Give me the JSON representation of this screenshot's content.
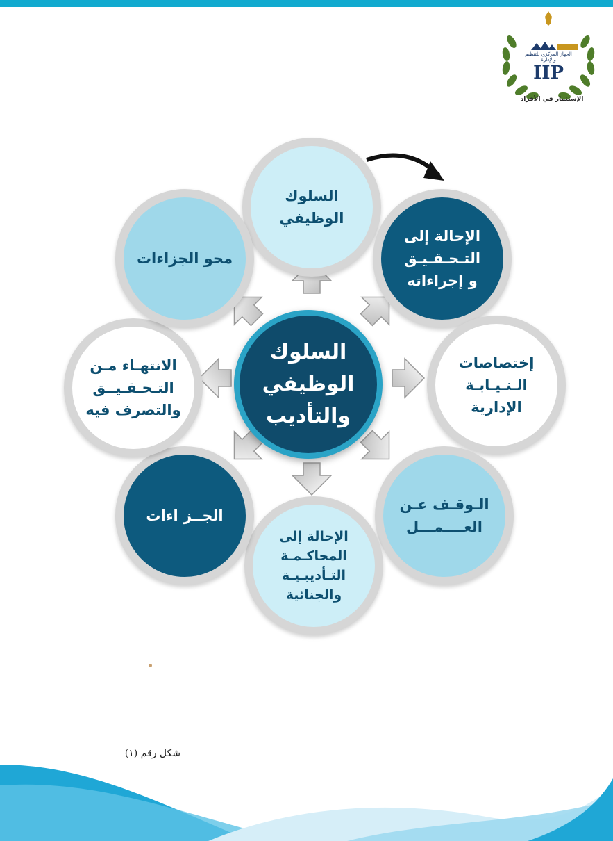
{
  "logo": {
    "title_text": "الجهاز المركزي للتنظيم والإدارة",
    "mark_text": "IIP",
    "tagline_text": "الإستثمار في الأفراد"
  },
  "diagram": {
    "center": "السلوك\nالوظيفي\nوالتأديب",
    "nodes": {
      "top": "السلوك\nالوظيفي",
      "top_right": "الإحالة إلى\nالتـحـقـيـق\nو إجراءاته",
      "right": "إختصاصات\nالـنـيـابـة\nالإدارية",
      "bottom_right": "الـوقـف عـن\nالعــــمـــل",
      "bottom": "الإحالة إلى\nالمحاكـمـة\nالتـأديبـيـة\nوالجنائية",
      "bottom_left": "الجــز اءات",
      "left": "الانتهـاء مـن\nالتـحـقـيــق\nوالتصرف فيه",
      "top_left": "محو الجزاءات"
    }
  },
  "caption": "شكل رقم (١)",
  "colors": {
    "top_bar": "#11aacf",
    "center_fill": "#0f4b6b",
    "center_ring": "#2aa3c6",
    "node_dark": "#0d5a7e",
    "node_mid": "#9fd8ea",
    "node_light": "#cdeef7",
    "node_ring": "#d6d6d6",
    "wave_blue": "#1fa7d6"
  }
}
